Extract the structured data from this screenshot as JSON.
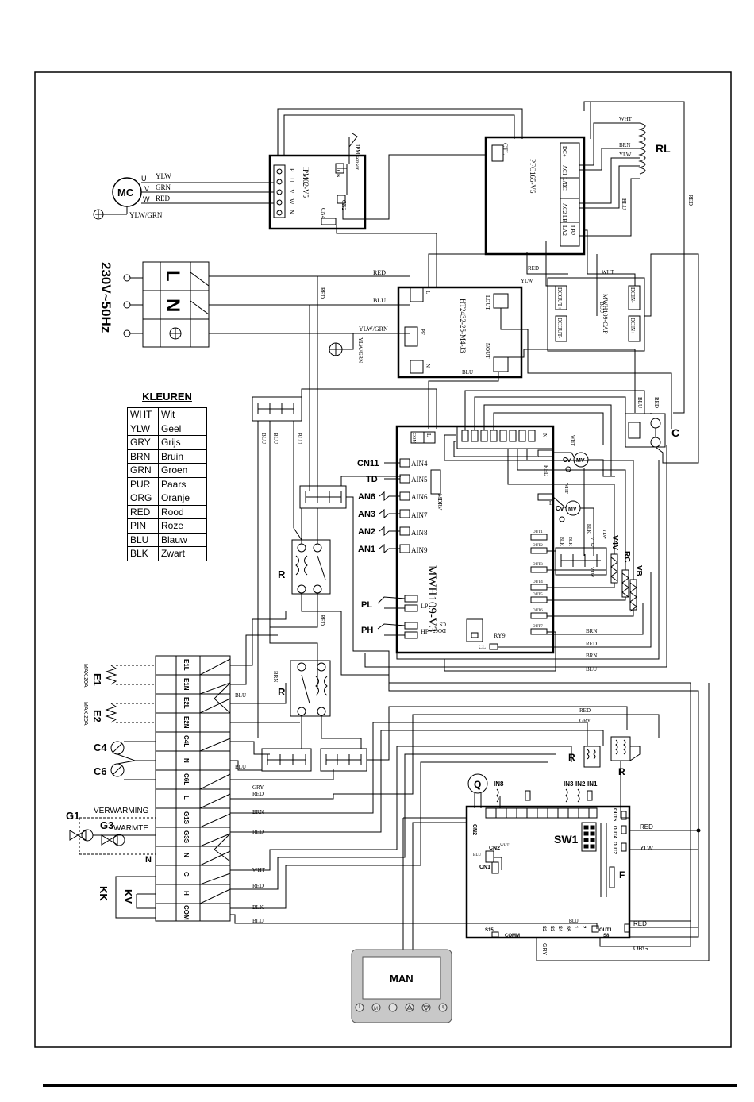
{
  "legend": {
    "title": "KLEUREN",
    "rows": [
      {
        "code": "WHT",
        "name": "Wit"
      },
      {
        "code": "YLW",
        "name": "Geel"
      },
      {
        "code": "GRY",
        "name": "Grijs"
      },
      {
        "code": "BRN",
        "name": "Bruin"
      },
      {
        "code": "GRN",
        "name": "Groen"
      },
      {
        "code": "PUR",
        "name": "Paars"
      },
      {
        "code": "ORG",
        "name": "Oranje"
      },
      {
        "code": "RED",
        "name": "Rood"
      },
      {
        "code": "PIN",
        "name": "Roze"
      },
      {
        "code": "BLU",
        "name": "Blauw"
      },
      {
        "code": "BLK",
        "name": "Zwart"
      }
    ]
  },
  "supply": {
    "voltage": "230V~50Hz",
    "L": "L",
    "N": "N"
  },
  "motor": {
    "name": "MC",
    "pins": [
      "U",
      "V",
      "W"
    ],
    "wires": [
      "YLW",
      "GRN",
      "RED"
    ],
    "ground": "YLW/GRN"
  },
  "modules": {
    "ipm": "IPM02-V5",
    "ipm_pins": [
      "P",
      "U",
      "V",
      "W",
      "N"
    ],
    "ipm_cn": [
      "CN1",
      "CN2",
      "CN4"
    ],
    "ipm_sensor": "IPM sensor",
    "pfc": "PFC165-V5",
    "pfc_pins": [
      "DC+",
      "AC1 LA1",
      "DC-",
      "AC2 LB",
      "LA2",
      "LB2"
    ],
    "ctl": "CTL",
    "rl": "RL",
    "cap": "MWH109-CAP",
    "cap_pins": [
      "DCOUT+",
      "DCOUT-",
      "DCIN-",
      "DCIN+"
    ],
    "filter": "HT2432-25-M4-J3",
    "filter_pins": [
      "L",
      "PE",
      "N",
      "LOUT",
      "NOUT"
    ],
    "main": "MWH109-V3",
    "main_pins": {
      "inputs": [
        "AIN4",
        "AIN5",
        "AIN6",
        "AIN7",
        "AIN8",
        "AIN9"
      ],
      "outs": [
        "OUT1",
        "OUT2",
        "OUT3",
        "OUT4",
        "OUT5",
        "OUT6",
        "OUT7"
      ],
      "misc": [
        "L",
        "N",
        "COM",
        "LP",
        "HP",
        "RY9",
        "CL",
        "CS",
        "MDRV",
        "DO67"
      ]
    },
    "sensors": [
      "CN11",
      "TD",
      "AN6",
      "AN3",
      "AN2",
      "AN1",
      "PL",
      "PH"
    ],
    "valves": [
      "Cv",
      "MV",
      "Cv",
      "MV"
    ],
    "v4v": "V4V",
    "rc": "RC",
    "vb": "VB",
    "c": "C"
  },
  "terminal_block": {
    "pins": [
      "E1L",
      "E1N",
      "E2L",
      "E2N",
      "C4L",
      "N",
      "C6L",
      "L",
      "G1S",
      "G3S",
      "N",
      "C",
      "H",
      "COM"
    ],
    "devices": {
      "E1": "E1",
      "E2": "E2",
      "max": "MAX:20A",
      "C4": "C4",
      "C6": "C6",
      "G1": "G1",
      "G3": "G3",
      "heating": "VERWARMING",
      "warmte": "WARMTE",
      "N": "N",
      "KK": "KK",
      "KV": "KV"
    }
  },
  "relay": "R",
  "sw_board": {
    "name": "SW1",
    "pins": [
      "IN8",
      "IN3",
      "IN2",
      "IN1",
      "CN2",
      "CN1",
      "OUT5",
      "OUT4",
      "OUT2",
      "OUT1",
      "S15",
      "S8",
      "COMM",
      "F",
      "Q"
    ],
    "bottom_pins": [
      "S2",
      "S3",
      "S4",
      "S5",
      "1",
      "2"
    ]
  },
  "wires": {
    "RED": "RED",
    "BLU": "BLU",
    "YLW": "YLW",
    "GRY": "GRY",
    "BRN": "BRN",
    "WHT": "WHT",
    "BLK": "BLK",
    "ORG": "ORG",
    "YLWGRN": "YLW/GRN",
    "GRN": "GRN"
  },
  "controller": {
    "label": "MAN",
    "buttons": [
      "power-icon",
      "mode-icon",
      "back-icon",
      "up-icon",
      "down-icon",
      "clock-icon"
    ]
  }
}
